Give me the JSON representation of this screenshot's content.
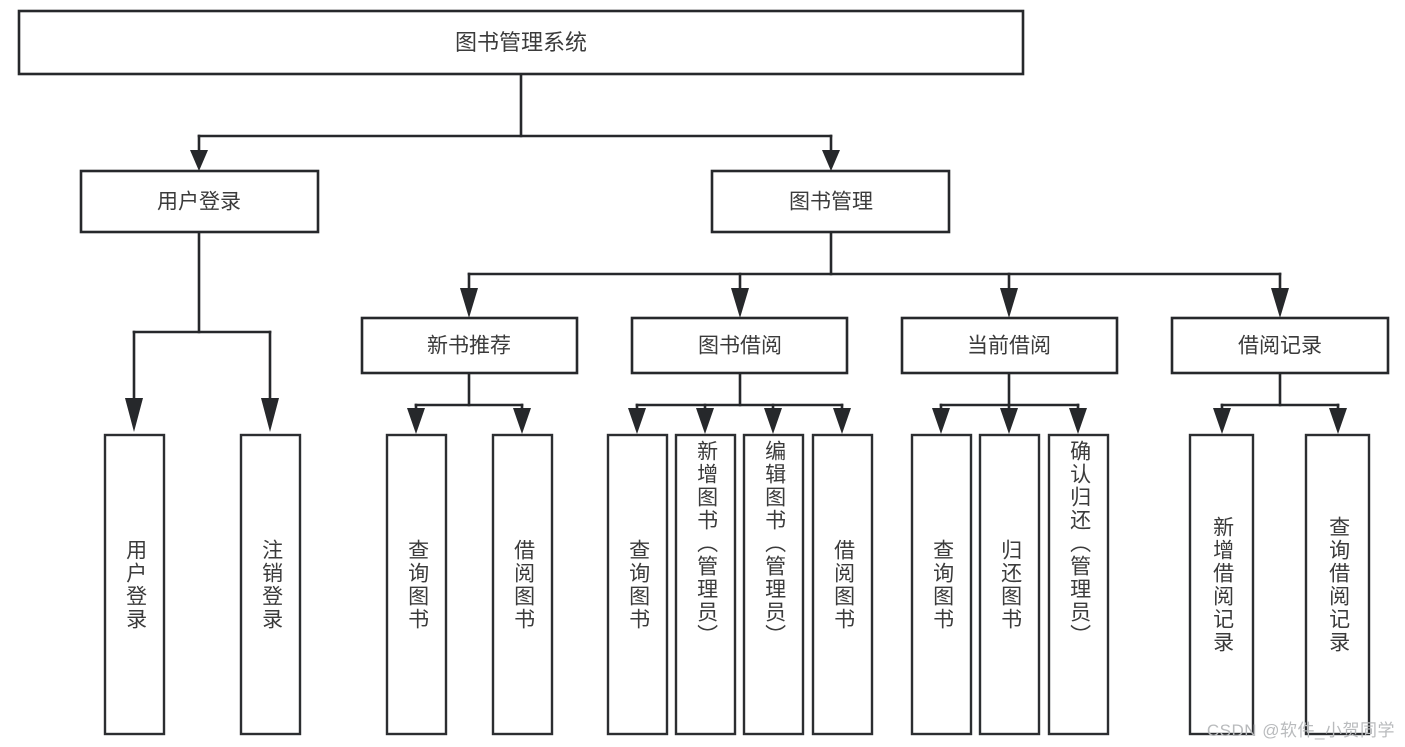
{
  "diagram": {
    "type": "tree",
    "title": "图书管理系统",
    "root": {
      "label": "图书管理系统"
    },
    "level2": [
      {
        "label": "用户登录"
      },
      {
        "label": "图书管理"
      }
    ],
    "level3": [
      {
        "label": "新书推荐"
      },
      {
        "label": "图书借阅"
      },
      {
        "label": "当前借阅"
      },
      {
        "label": "借阅记录"
      }
    ],
    "leaves": {
      "user_login": [
        {
          "label": "用户登录"
        },
        {
          "label": "注销登录"
        }
      ],
      "new_book_recommend": [
        {
          "label": "查询图书"
        },
        {
          "label": "借阅图书"
        }
      ],
      "book_borrow": [
        {
          "label": "查询图书"
        },
        {
          "label": "新增图书（管理员）"
        },
        {
          "label": "编辑图书（管理员）"
        },
        {
          "label": "借阅图书"
        }
      ],
      "current_borrow": [
        {
          "label": "查询图书"
        },
        {
          "label": "归还图书"
        },
        {
          "label": "确认归还（管理员）"
        }
      ],
      "borrow_record": [
        {
          "label": "新增借阅记录"
        },
        {
          "label": "查询借阅记录"
        }
      ]
    }
  },
  "watermark": {
    "text": "CSDN @软件_小贺同学"
  },
  "colors": {
    "box_stroke": "#26282b",
    "text": "#3b3b3b",
    "background": "#ffffff",
    "watermark": "#b9bbbd"
  }
}
